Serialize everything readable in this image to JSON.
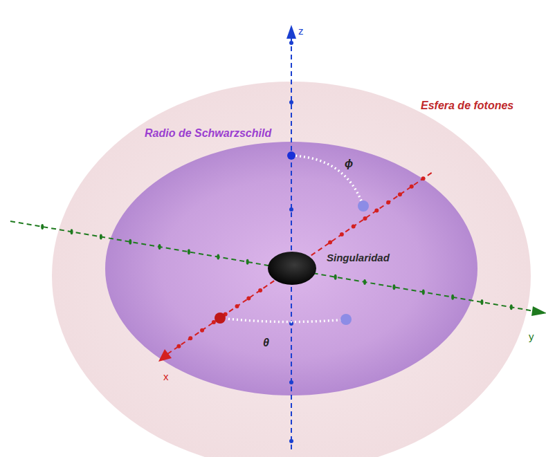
{
  "diagram": {
    "nodes": [
      {
        "text": [
          "Esfera de fotones"
        ]
      },
      {
        "text": [
          "Radio de Schwarzschild"
        ],
        "in": 0
      },
      {
        "text": [
          "Singularidad"
        ],
        "in": 1
      }
    ],
    "labels": [
      "z",
      "ϕ",
      "θ",
      "x",
      "y"
    ]
  }
}
